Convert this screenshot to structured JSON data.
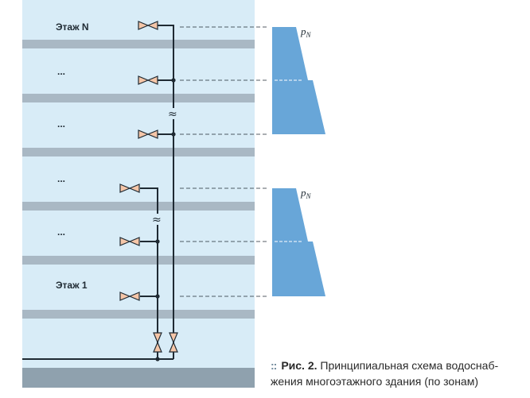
{
  "floors": {
    "top": "Этаж N",
    "bottom": "Этаж 1",
    "ellipsis": "..."
  },
  "pressure_label": "p",
  "pressure_subscript": "N",
  "break_symbol": "≈",
  "caption": {
    "bullet": "::",
    "figure": "Рис. 2.",
    "line1": " Принципиальная схема водоснаб-",
    "line2": "жения многоэтажного здания (по зонам)"
  },
  "colors": {
    "building_fill": "#d8ecf7",
    "slab": "#a9b8c4",
    "pipe": "#1f2a33",
    "valve": "#f5c6a8",
    "pressure_fill": "#68a6d8"
  }
}
